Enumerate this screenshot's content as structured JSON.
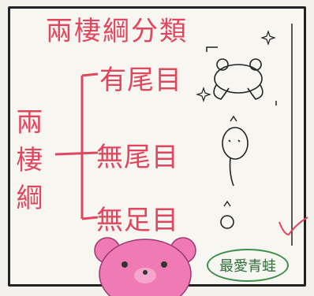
{
  "title": "兩棲綱分類",
  "left_label": [
    "兩",
    "棲",
    "綱"
  ],
  "branches": [
    {
      "label": "有尾目"
    },
    {
      "label": "無尾目"
    },
    {
      "label": "無足目"
    }
  ],
  "badge": "最愛青蛙",
  "colors": {
    "red": "#e0475f",
    "green": "#3e8e4b",
    "pink": "#f07ab4"
  }
}
